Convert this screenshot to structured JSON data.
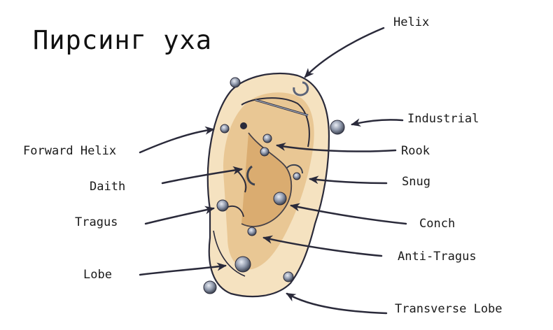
{
  "title": "Пирсинг уха",
  "labels": {
    "helix": "Helix",
    "industrial": "Industrial",
    "rook": "Rook",
    "snug": "Snug",
    "conch": "Conch",
    "anti_tragus": "Anti-Tragus",
    "transverse_lobe": "Transverse Lobe",
    "forward_helix": "Forward Helix",
    "daith": "Daith",
    "tragus": "Tragus",
    "lobe": "Lobe"
  },
  "colors": {
    "ink": "#2a2a3a",
    "skin": "#e8c48f",
    "skin_light": "#f3dcb4",
    "jewel": "#8e97aa"
  }
}
